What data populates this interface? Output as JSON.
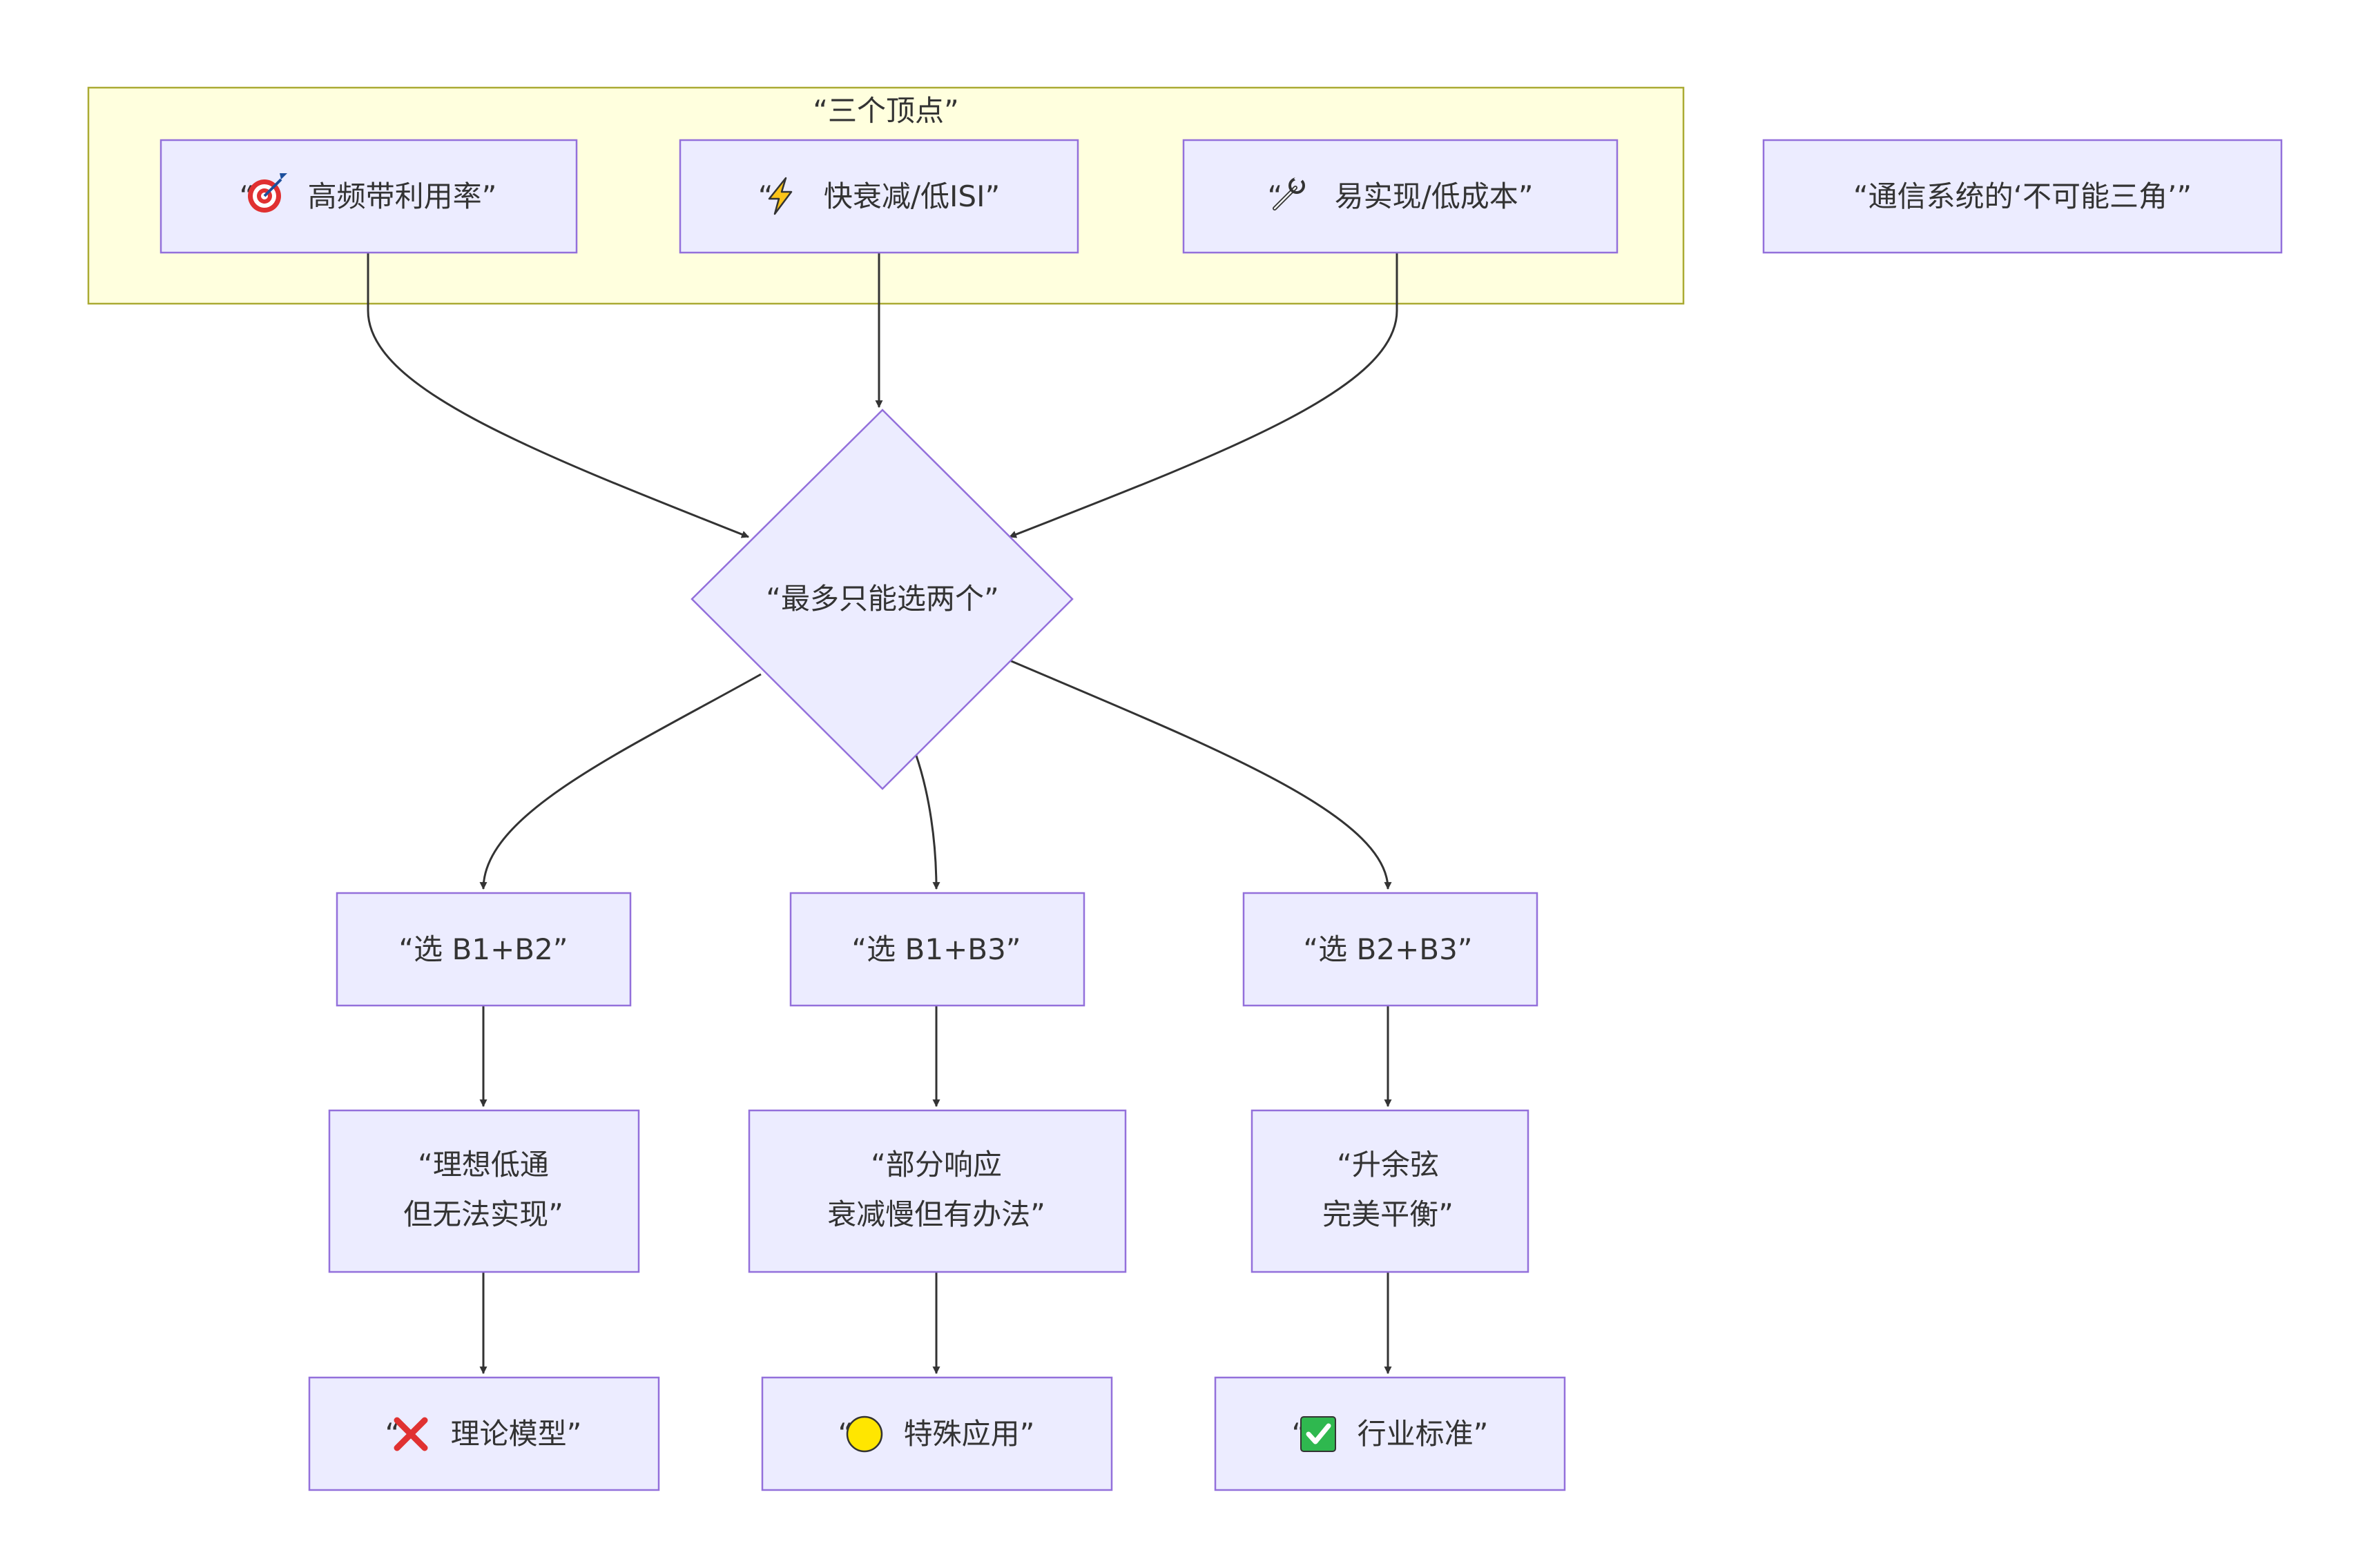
{
  "diagram": {
    "type": "flowchart",
    "colors": {
      "node_fill": "#ececff",
      "node_stroke": "#9370db",
      "cluster_fill": "#ffffde",
      "cluster_stroke": "#aaaa33",
      "edge": "#333333",
      "text": "#333333"
    },
    "cluster": {
      "label": "“三个顶点”"
    },
    "nodes": {
      "b1": {
        "prefix": "“",
        "icon": "target-icon",
        "label": " 高频带利用率”"
      },
      "b2": {
        "prefix": "“",
        "icon": "lightning-icon",
        "label": " 快衰减/低ISI”"
      },
      "b3": {
        "prefix": "“",
        "icon": "wrench-icon",
        "label": " 易实现/低成本”"
      },
      "title": {
        "label": "“通信系统的‘不可能三角’”"
      },
      "decision": {
        "label": "“最多只能选两个”"
      },
      "choice12": {
        "label": "“选 B1+B2”"
      },
      "choice13": {
        "label": "“选 B1+B3”"
      },
      "choice23": {
        "label": "“选 B2+B3”"
      },
      "ideal": {
        "line1": "“理想低通",
        "line2": "但无法实现”"
      },
      "partial": {
        "line1": "“部分响应",
        "line2": "衰减慢但有办法”"
      },
      "cosine": {
        "line1": "“升余弦",
        "line2": "完美平衡”"
      },
      "theory": {
        "prefix": "“",
        "icon": "cross-mark-icon",
        "label": " 理论模型”"
      },
      "special": {
        "prefix": "“",
        "icon": "yellow-circle-icon",
        "label": " 特殊应用”"
      },
      "industry": {
        "prefix": "“",
        "icon": "check-mark-icon",
        "label": " 行业标准”"
      }
    },
    "edges": [
      {
        "from": "b1",
        "to": "decision"
      },
      {
        "from": "b2",
        "to": "decision"
      },
      {
        "from": "b3",
        "to": "decision"
      },
      {
        "from": "decision",
        "to": "choice12"
      },
      {
        "from": "decision",
        "to": "choice13"
      },
      {
        "from": "decision",
        "to": "choice23"
      },
      {
        "from": "choice12",
        "to": "ideal"
      },
      {
        "from": "choice13",
        "to": "partial"
      },
      {
        "from": "choice23",
        "to": "cosine"
      },
      {
        "from": "ideal",
        "to": "theory"
      },
      {
        "from": "partial",
        "to": "special"
      },
      {
        "from": "cosine",
        "to": "industry"
      }
    ]
  }
}
